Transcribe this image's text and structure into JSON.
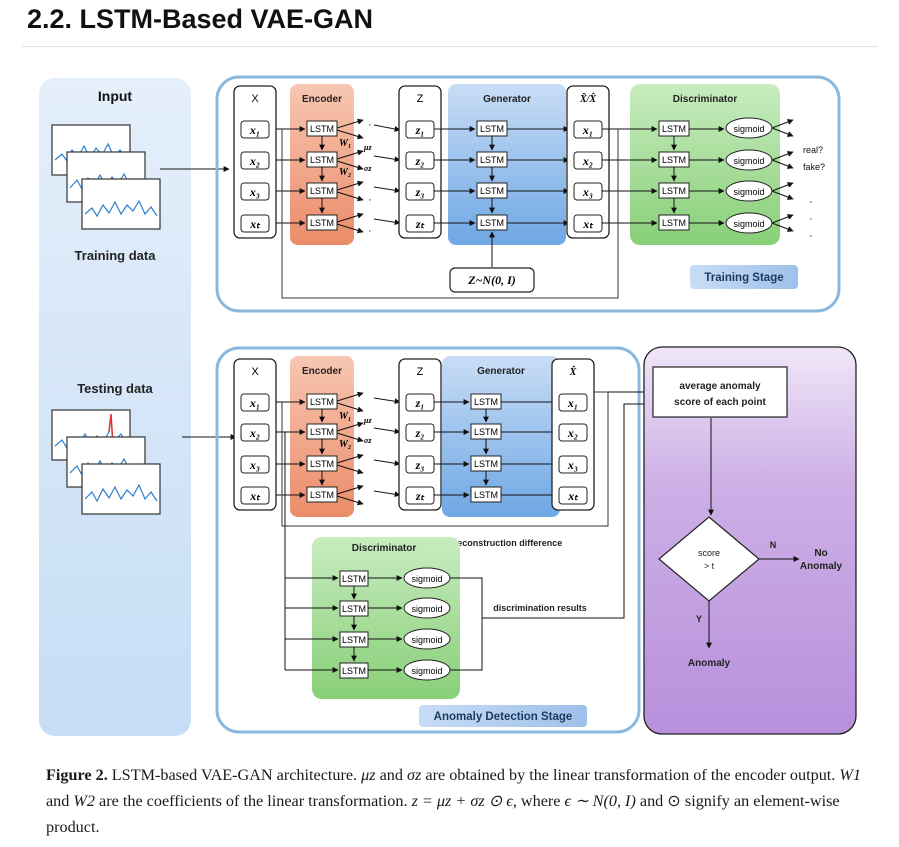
{
  "section_title": "2.2. LSTM-Based VAE-GAN",
  "figure": {
    "input_label": "Input",
    "training_data_label": "Training data",
    "testing_data_label": "Testing data",
    "col_x": "X",
    "col_z": "Z",
    "col_xhat_train": "X̃/X̂",
    "col_xhat_test": "X̂",
    "encoder": "Encoder",
    "generator": "Generator",
    "discriminator": "Discriminator",
    "lstm": "LSTM",
    "sigmoid": "sigmoid",
    "w1": "W₁",
    "w2": "W₂",
    "mu_z": "μz",
    "sigma_z": "σz",
    "x_nodes": [
      "x₁",
      "x₂",
      "x₃",
      "xₜ"
    ],
    "z_nodes": [
      "z₁",
      "z₂",
      "z₃",
      "zₜ"
    ],
    "noise": "Z~N(0, I)",
    "real": "real?",
    "fake": "fake?",
    "training_stage": "Training Stage",
    "anomaly_stage": "Anomaly Detection Stage",
    "reconstruction_difference": "reconstruction difference",
    "discrimination_results": "discrimination results",
    "avg_score_line1": "average anomaly",
    "avg_score_line2": "score of each point",
    "score_line1": "score",
    "score_line2": "> t",
    "branch_no": "N",
    "branch_yes": "Y",
    "no_anomaly_line1": "No",
    "no_anomaly_line2": "Anomaly",
    "anomaly": "Anomaly",
    "colors": {
      "input_panel": "#cfe3f7",
      "stage_border": "#8ab8de",
      "encoder": "#f2a485",
      "generator": "#7fb0e6",
      "discriminator": "#9ed88e",
      "decision_panel": "#c3a6df",
      "anomaly_spike": "#e03030"
    }
  },
  "caption": {
    "label": "Figure 2.",
    "text1": " LSTM-based VAE-GAN architecture. ",
    "text2": " and ",
    "text3": " are obtained by the linear transformation of the encoder output. ",
    "text4": " and ",
    "text5": " are the coefficients of the linear transformation. ",
    "equation": "z = μz + σz ⊙ ϵ",
    "text6": ", where ",
    "noise": "ϵ ∼ N(0, I)",
    "text7": " and ⊙ signify an element-wise product.",
    "mu": "μz",
    "sigma": "σz",
    "w1": "W1",
    "w2": "W2"
  }
}
